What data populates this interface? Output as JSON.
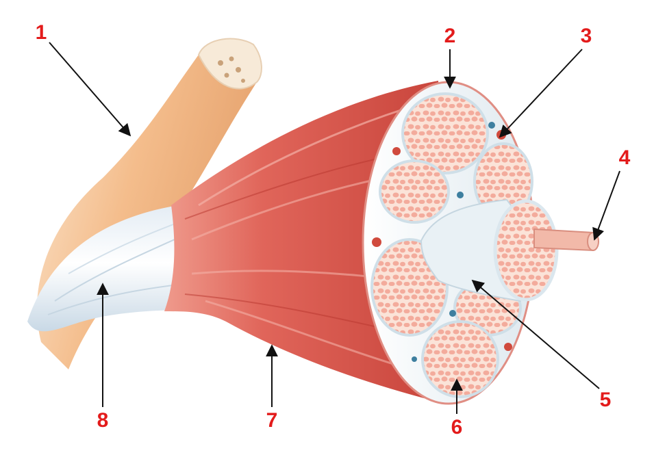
{
  "diagram": {
    "labels": [
      "1",
      "2",
      "3",
      "4",
      "5",
      "6",
      "7",
      "8"
    ],
    "colors": {
      "label": "#e31b1b",
      "muscle": "#d94f45",
      "muscle_light": "#f08a7c",
      "tendon": "#eef3f8",
      "bone": "#f3b98a",
      "sheath": "#e6f0f4",
      "fiber": "#f2a89a",
      "leader": "#111111"
    }
  }
}
